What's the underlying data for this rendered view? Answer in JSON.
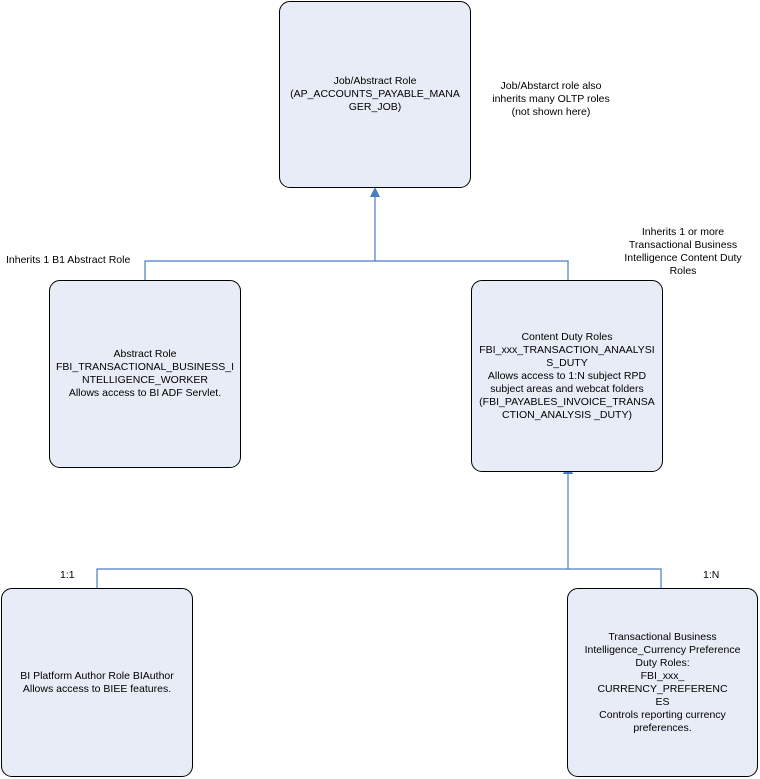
{
  "boxes": {
    "job_role": {
      "lines": [
        "Job/Abstract Role",
        "(AP_ACCOUNTS_PAYABLE_MANA",
        "GER_JOB)"
      ]
    },
    "abstract_role": {
      "lines": [
        "Abstract Role",
        "FBI_TRANSACTIONAL_BUSINESS_I",
        "NTELLIGENCE_WORKER",
        "Allows access to BI ADF Servlet."
      ]
    },
    "content_duty": {
      "lines": [
        "Content Duty Roles",
        "FBI_xxx_TRANSACTION_ANAALYSI",
        "S_DUTY",
        "Allows access to 1:N subject RPD",
        "subject areas and webcat folders",
        "(FBI_PAYABLES_INVOICE_TRANSA",
        "CTION_ANALYSIS _DUTY)"
      ]
    },
    "bi_author": {
      "lines": [
        "BI Platform Author Role BIAuthor",
        "Allows access to BIEE features."
      ]
    },
    "currency_pref": {
      "lines": [
        "Transactional Business",
        "Intelligence_Currency Preference",
        "Duty Roles:",
        "FBI_xxx_",
        "CURRENCY_PREFERENC",
        "ES",
        "Controls reporting currency",
        "preferences."
      ]
    }
  },
  "notes": {
    "job_note": [
      "Job/Abstarct role also",
      "inherits many OLTP roles",
      "(not shown here)"
    ],
    "inherits_b1": [
      "Inherits 1 B1 Abstract Role"
    ],
    "inherits_content": [
      "Inherits 1 or more",
      "Transactional Business",
      "Intelligence Content Duty",
      "Roles"
    ],
    "one_to_one": [
      "1:1"
    ],
    "one_to_n": [
      "1:N"
    ]
  },
  "colors": {
    "connector": "#4a7cc0",
    "box_fill": "#e8ecf6",
    "box_border": "#000000"
  }
}
